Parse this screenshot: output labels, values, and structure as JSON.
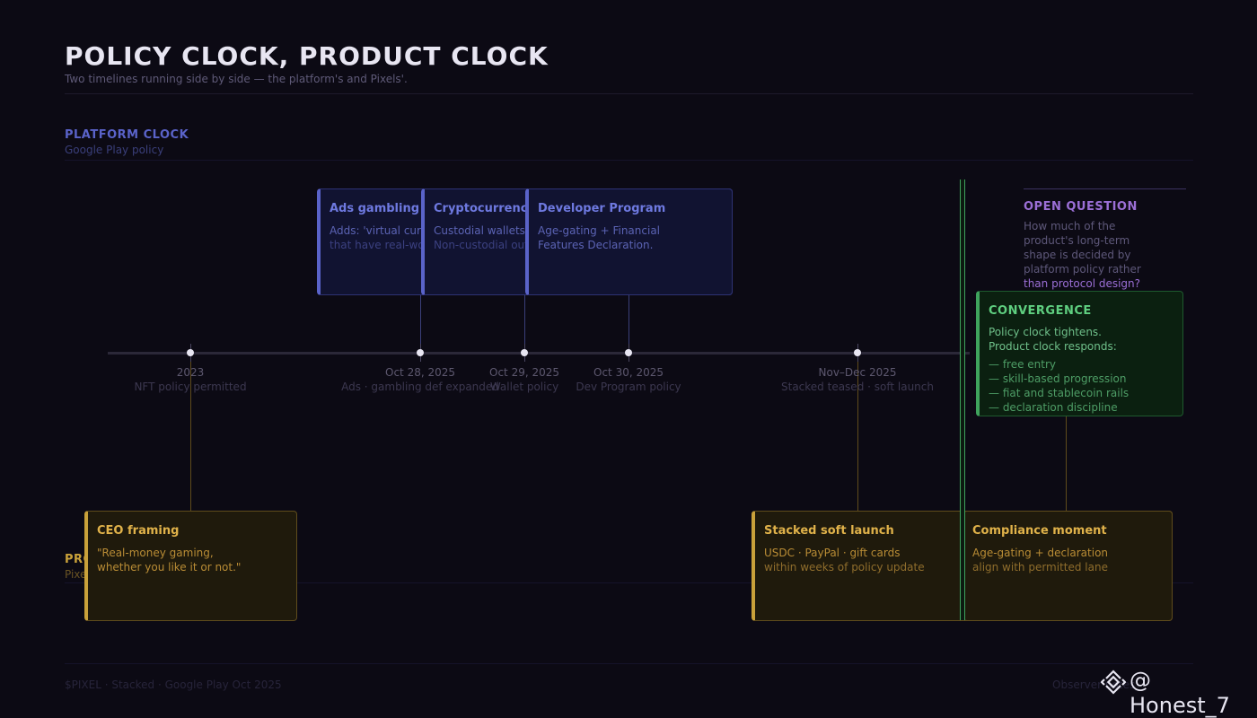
{
  "header": {
    "title": "POLICY CLOCK, PRODUCT CLOCK",
    "subtitle": "Two timelines running side by side — the platform's and Pixels'."
  },
  "platform_section": {
    "label": "PLATFORM CLOCK",
    "sublabel": "Google Play policy"
  },
  "product_section": {
    "label": "PRODUCT CLOCK",
    "sublabel": "Pixels"
  },
  "timeline_events": [
    {
      "date": "2023",
      "desc": "NFT policy permitted"
    },
    {
      "date": "Oct 28, 2025",
      "desc": "Ads · gambling def expanded"
    },
    {
      "date": "Oct 29, 2025",
      "desc": "Wallet policy"
    },
    {
      "date": "Oct 30, 2025",
      "desc": "Dev Program policy"
    },
    {
      "date": "Nov–Dec 2025",
      "desc": "Stacked teased · soft launch"
    }
  ],
  "platform_cards": [
    {
      "title": "Ads gambling def",
      "line1": "Adds: 'virtual currencies",
      "line2": "that have real-world value'"
    },
    {
      "title": "Cryptocurrency Wallets",
      "line1": "Custodial wallets: licensed.",
      "line2": "Non-custodial outside EEA."
    },
    {
      "title": "Developer Program",
      "line1": "Age-gating + Financial",
      "line2": "Features Declaration."
    }
  ],
  "product_cards": [
    {
      "title": "CEO framing",
      "line1": "\"Real-money gaming,",
      "line2": "whether you like it or not.\""
    },
    {
      "title": "Stacked soft launch",
      "line1": "USDC · PayPal · gift cards",
      "line2": "within weeks of policy update"
    },
    {
      "title": "Compliance moment",
      "line1": "Age-gating + declaration",
      "line2": "align with permitted lane"
    }
  ],
  "convergence": {
    "title": "CONVERGENCE",
    "line1": "Policy clock tightens.",
    "line2": "Product clock responds:",
    "items": [
      "— free entry",
      "— skill-based progression",
      "— fiat and stablecoin rails",
      "— declaration discipline"
    ]
  },
  "open_question": {
    "label": "OPEN QUESTION",
    "lines": [
      "How much of the",
      "product's long-term",
      "shape is decided by",
      "platform policy rather"
    ],
    "emphasis": "than protocol design?"
  },
  "footer": {
    "left": "$PIXEL · Stacked · Google Play Oct 2025",
    "right": "Observer notes"
  },
  "watermark": {
    "text": "@ Honest_7",
    "icon": "binance-diamond-icon"
  },
  "colors": {
    "platform": "#5a63c9",
    "product": "#c9a13a",
    "convergence": "#3fa35d",
    "question": "#9b6fd6"
  }
}
